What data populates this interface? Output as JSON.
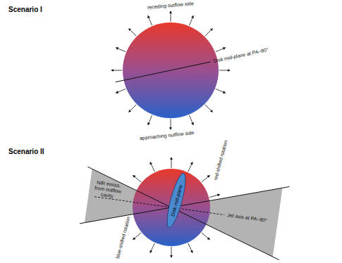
{
  "diagram": {
    "nodes": [
      {
        "text": [
          "Disk mid-plane"
        ]
      }
    ],
    "labels": [
      "Scenario I",
      "receding outflow side",
      "Disk mid-plane at PA~80°",
      "approaching outflow side",
      "Scenario II",
      "red-shifted rotation",
      "NIR emiss. from outflow cavity",
      "Jet axis at PA~80°",
      "blue-shifted rotation"
    ]
  }
}
